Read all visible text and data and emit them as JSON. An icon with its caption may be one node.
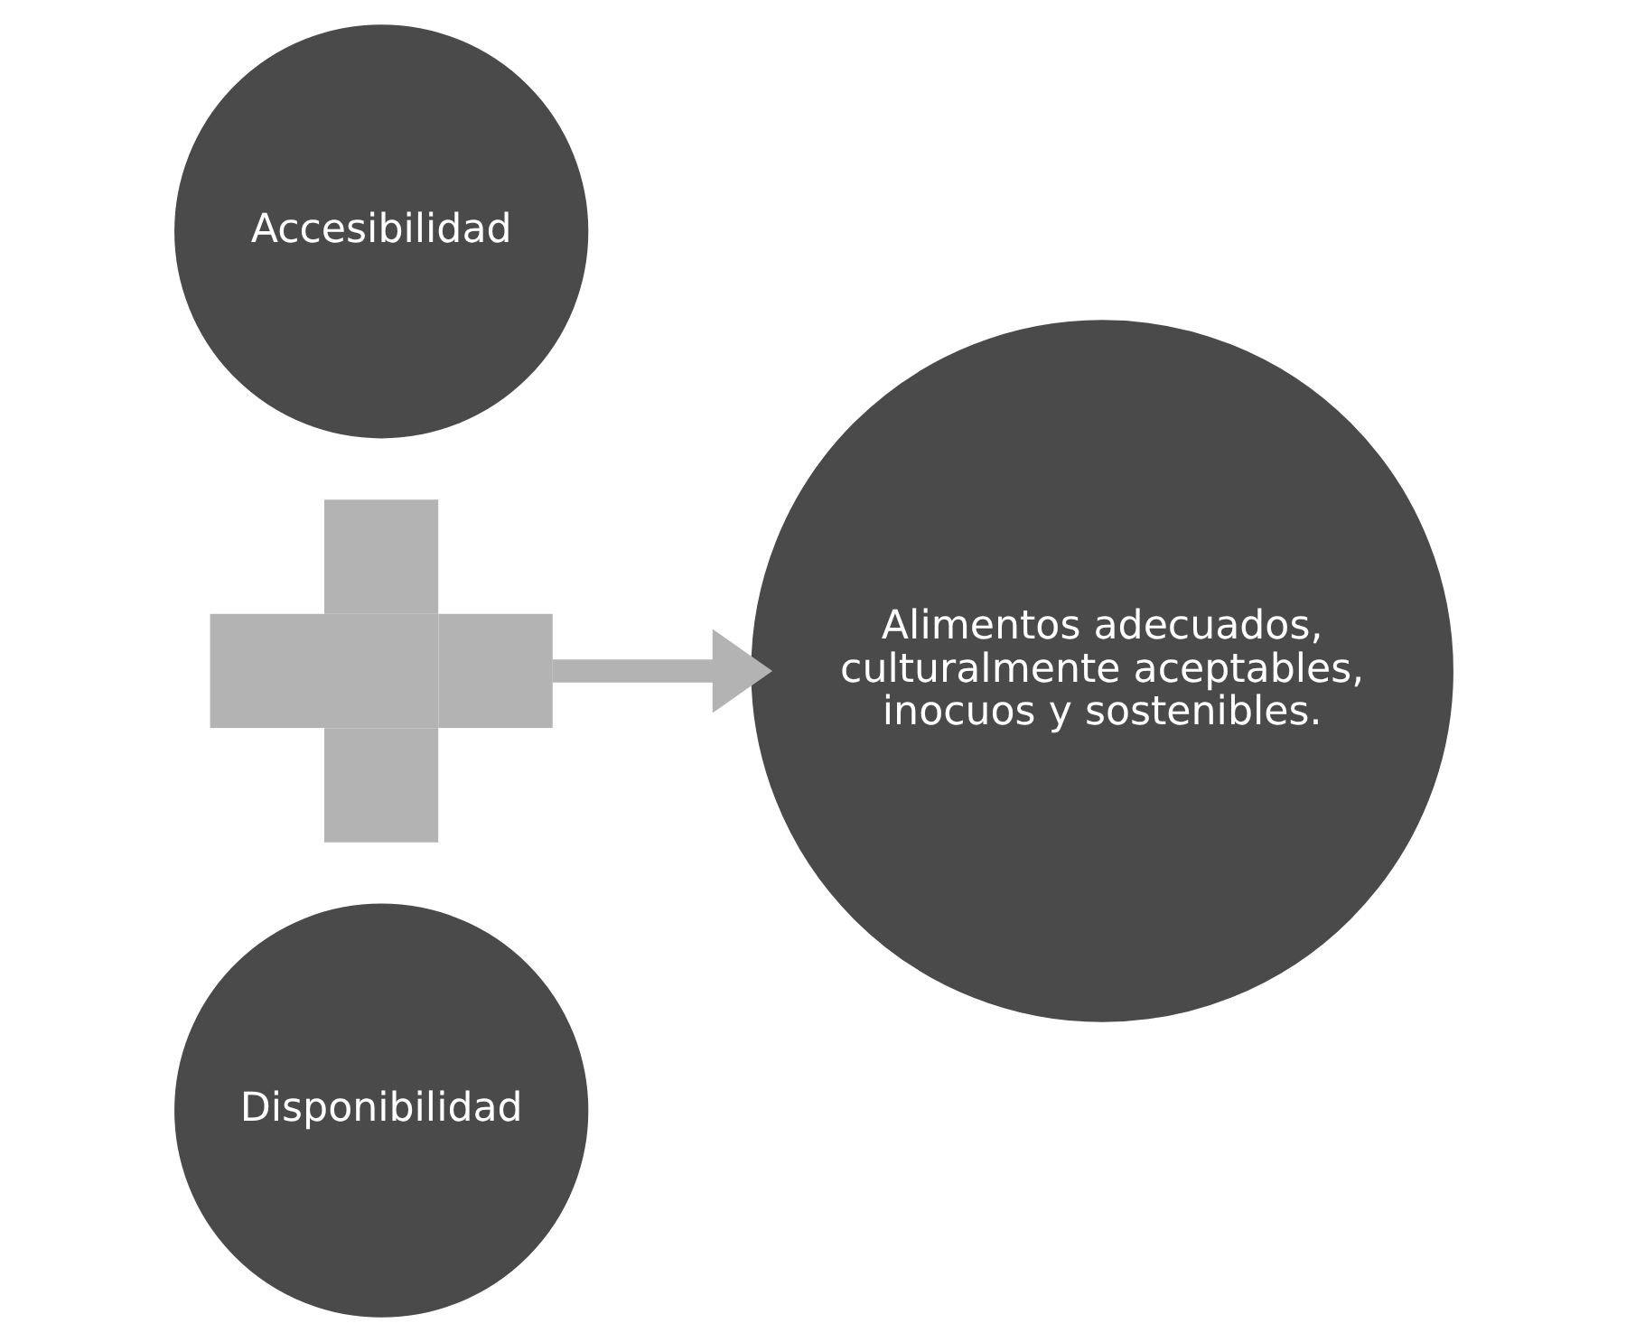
{
  "diagram": {
    "nodes": [
      {
        "text": [
          "Accesibilidad"
        ]
      },
      {
        "text": [],
        "shape": "plus"
      },
      {
        "text": [
          "Disponibilidad"
        ]
      },
      {
        "text": [
          "Alimentos adecuados, culturalmente aceptables, inocuos y sostenibles."
        ]
      }
    ],
    "edges": [
      {
        "from": 1,
        "to": 3,
        "arrow": "to"
      }
    ]
  }
}
